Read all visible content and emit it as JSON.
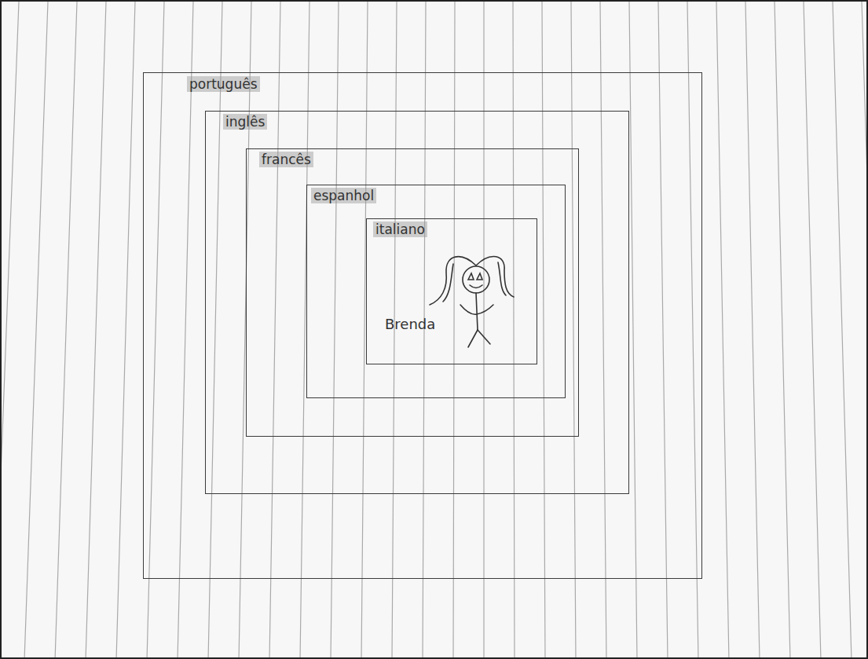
{
  "diagram": {
    "nodes": [
      {
        "text": [
          "português"
        ]
      },
      {
        "text": [
          "inglês"
        ],
        "in": 0
      },
      {
        "text": [
          "francês"
        ],
        "in": 1
      },
      {
        "text": [
          "espanhol"
        ],
        "in": 2
      },
      {
        "text": [
          "italiano"
        ],
        "in": 3
      }
    ],
    "labels": [
      "Brenda"
    ]
  }
}
